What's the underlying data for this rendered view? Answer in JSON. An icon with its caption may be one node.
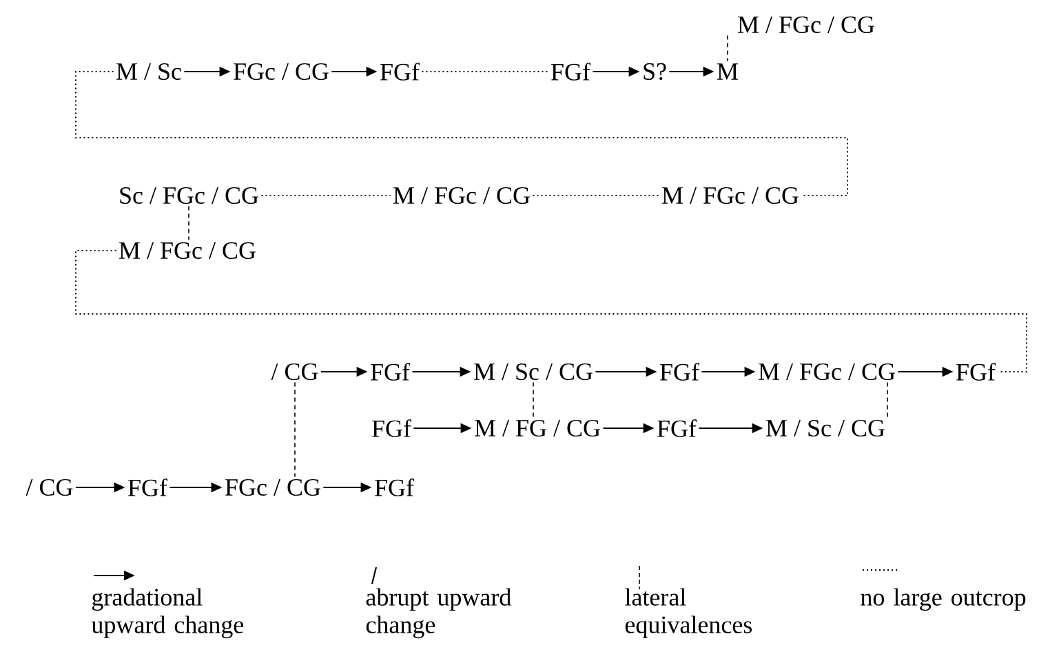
{
  "diagram": {
    "nodes": [
      {
        "text": [
          "M / Sc"
        ]
      },
      {
        "text": [
          "FGc / CG"
        ]
      },
      {
        "text": [
          "FGf"
        ]
      },
      {
        "text": [
          "FGf"
        ]
      },
      {
        "text": [
          "S?"
        ]
      },
      {
        "text": [
          "M"
        ]
      },
      {
        "text": [
          "M / FGc / CG"
        ]
      },
      {
        "text": [
          "Sc / FGc / CG"
        ]
      },
      {
        "text": [
          "M / FGc / CG"
        ]
      },
      {
        "text": [
          "M / FGc / CG"
        ]
      },
      {
        "text": [
          "M / FGc / CG"
        ]
      },
      {
        "text": [
          "/ CG"
        ]
      },
      {
        "text": [
          "FGf"
        ]
      },
      {
        "text": [
          "M / Sc / CG"
        ]
      },
      {
        "text": [
          "FGf"
        ]
      },
      {
        "text": [
          "M / FGc / CG"
        ]
      },
      {
        "text": [
          "FGf"
        ]
      },
      {
        "text": [
          "FGf"
        ]
      },
      {
        "text": [
          "M / FG / CG"
        ]
      },
      {
        "text": [
          "FGf"
        ]
      },
      {
        "text": [
          "M / Sc / CG"
        ]
      },
      {
        "text": [
          "/ CG"
        ]
      },
      {
        "text": [
          "FGf"
        ]
      },
      {
        "text": [
          "FGc / CG"
        ]
      },
      {
        "text": [
          "FGf"
        ]
      }
    ],
    "edges": [
      {
        "from": 0,
        "to": 1,
        "arrow": "to"
      },
      {
        "from": 1,
        "to": 2,
        "arrow": "to"
      },
      {
        "from": 2,
        "to": 3,
        "arrow": "none",
        "style": "dashed"
      },
      {
        "from": 3,
        "to": 4,
        "arrow": "to"
      },
      {
        "from": 4,
        "to": 5,
        "arrow": "to"
      },
      {
        "from": 6,
        "to": 5,
        "arrow": "none",
        "style": "dashed"
      },
      {
        "from": 0,
        "to": 9,
        "arrow": "none",
        "style": "dashed"
      },
      {
        "from": 7,
        "to": 8,
        "arrow": "none",
        "style": "dashed"
      },
      {
        "from": 8,
        "to": 9,
        "arrow": "none",
        "style": "dashed"
      },
      {
        "from": 7,
        "to": 10,
        "arrow": "none",
        "style": "dashed"
      },
      {
        "from": 10,
        "to": 16,
        "arrow": "none",
        "style": "dashed"
      },
      {
        "from": 11,
        "to": 12,
        "arrow": "to"
      },
      {
        "from": 12,
        "to": 13,
        "arrow": "to"
      },
      {
        "from": 13,
        "to": 14,
        "arrow": "to"
      },
      {
        "from": 14,
        "to": 15,
        "arrow": "to"
      },
      {
        "from": 15,
        "to": 16,
        "arrow": "to"
      },
      {
        "from": 17,
        "to": 18,
        "arrow": "to"
      },
      {
        "from": 18,
        "to": 19,
        "arrow": "to"
      },
      {
        "from": 19,
        "to": 20,
        "arrow": "to"
      },
      {
        "from": 13,
        "to": 18,
        "arrow": "none",
        "style": "dashed"
      },
      {
        "from": 15,
        "to": 20,
        "arrow": "none",
        "style": "dashed"
      },
      {
        "from": 11,
        "to": 23,
        "arrow": "none",
        "style": "dashed"
      },
      {
        "from": 21,
        "to": 22,
        "arrow": "to"
      },
      {
        "from": 22,
        "to": 23,
        "arrow": "to"
      },
      {
        "from": 23,
        "to": 24,
        "arrow": "to"
      }
    ],
    "legend": [
      {
        "text": "gradational upward change"
      },
      {
        "text": "abrupt upward change"
      },
      {
        "text": "lateral equivalences"
      },
      {
        "text": "no large outcrop"
      }
    ]
  }
}
